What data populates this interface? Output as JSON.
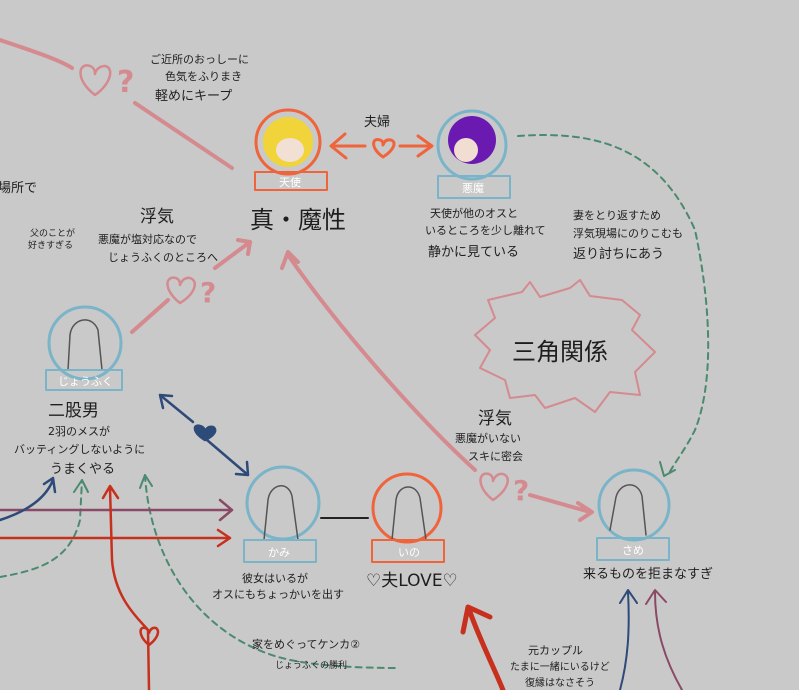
{
  "colors": {
    "background": "#c9c9c9",
    "orange": "#f0643c",
    "blue": "#7ab4c8",
    "pink": "#d48a8f",
    "navy": "#2e4a78",
    "red": "#c8301e",
    "plum": "#8a4a66",
    "green": "#4a8a6e"
  },
  "top_note": [
    "ご近所のおっしーに",
    "色気をふりまき",
    "軽めにキープ"
  ],
  "couple_label": "夫婦",
  "angel": {
    "name": "天使",
    "desc": "真・魔性"
  },
  "devil": {
    "name": "悪魔",
    "desc": [
      "天使が他のオスと",
      "いるところを少し離れて",
      "静かに見ている"
    ]
  },
  "same_note": [
    "妻をとり返すため",
    "浮気現場にのりこむも",
    "返り討ちにあう"
  ],
  "triangle": "三角関係",
  "left_edge": "場所で",
  "father_note": [
    "父のことが",
    "好きすぎる"
  ],
  "affair1": [
    "浮気",
    "悪魔が塩対応なので",
    "じょうふくのところへ"
  ],
  "jofuku": {
    "name": "じょうふく",
    "desc": [
      "二股男",
      "2羽のメスが",
      "バッティングしないように",
      "うまくやる"
    ]
  },
  "kami": {
    "name": "かみ",
    "desc": [
      "彼女はいるが",
      "オスにもちょっかいを出す"
    ]
  },
  "ino": {
    "name": "いの",
    "desc": "♡夫LOVE♡"
  },
  "affair2": [
    "浮気",
    "悪魔がいない",
    "スキに密会"
  ],
  "same": {
    "name": "さめ",
    "desc": "来るものを拒まなすぎ"
  },
  "fight_note": [
    "家をめぐってケンカ②",
    "じょうふくの勝利"
  ],
  "ex_note": [
    "元カップル",
    "たまに一緒にいるけど",
    "復縁はなさそう"
  ]
}
